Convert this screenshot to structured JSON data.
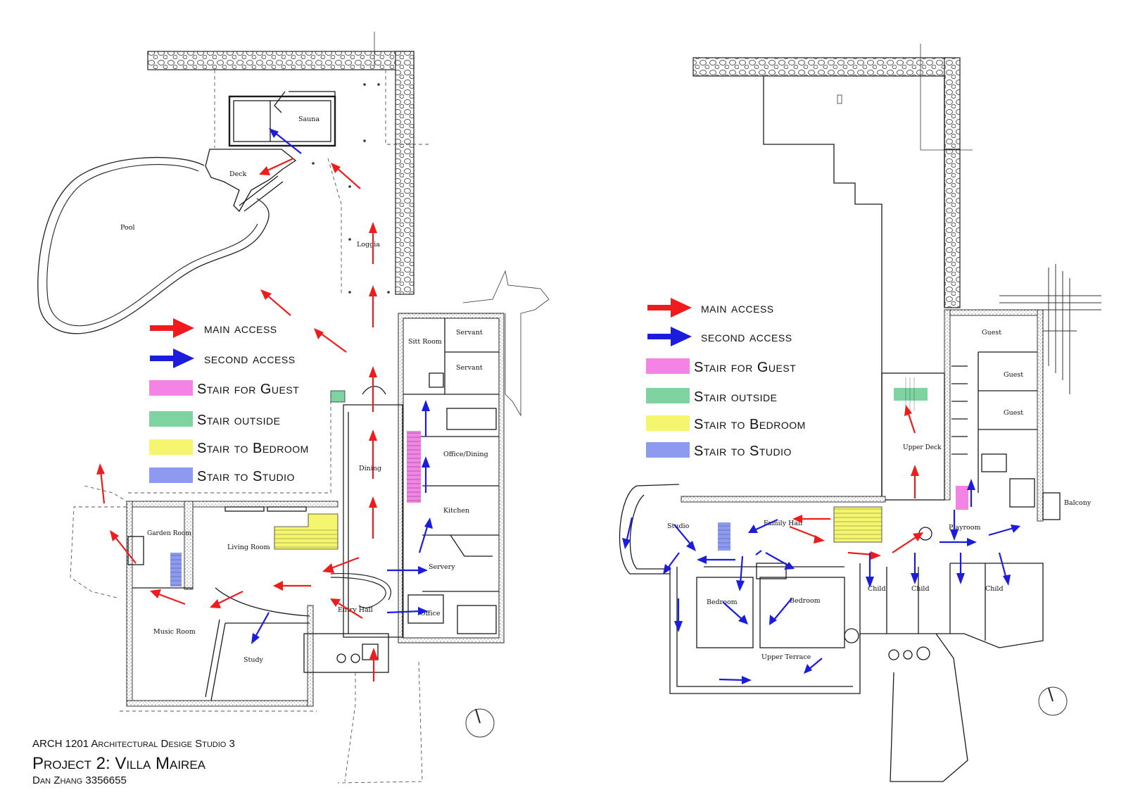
{
  "colors": {
    "main_access": "#ee1c1c",
    "second_access": "#1c1cdd",
    "stair_guest": "#f384e6",
    "stair_outside": "#7ed3a0",
    "stair_bedroom": "#f5f56e",
    "stair_studio": "#8c9af0"
  },
  "legend": {
    "main_access": "main access",
    "second_access": "second access",
    "stair_guest": "Stair for Guest",
    "stair_outside": "Stair outside",
    "stair_bedroom": "Stair to Bedroom",
    "stair_studio": "Stair to Studio"
  },
  "title": {
    "course": "ARCH 1201 Architectural Desige Studio 3",
    "project": "Project 2: Villa Mairea",
    "author": "Dan Zhang  3356655"
  },
  "ground_floor": {
    "rooms": {
      "sauna": "Sauna",
      "deck": "Deck",
      "pool": "Pool",
      "loggia": "Loggia",
      "sitt_room": "Sitt Room",
      "servant1": "Servant",
      "servant2": "Servant",
      "dining": "Dining",
      "office_dining": "Office/Dining",
      "kitchen": "Kitchen",
      "garden_room": "Garden Room",
      "living_room": "Living Room",
      "servery": "Servery",
      "office": "Office",
      "entry_hall": "Entry Hall",
      "music_room": "Music Room",
      "study": "Study"
    }
  },
  "upper_floor": {
    "rooms": {
      "guest1": "Guest",
      "guest2": "Guest",
      "guest3": "Guest",
      "upper_deck": "Upper Deck",
      "balcony": "Balcony",
      "studio": "Studio",
      "family_hall": "Family Hall",
      "playroom": "Playroom",
      "bedroom1": "Bedroom",
      "bedroom2": "Bedroom",
      "child1": "Child",
      "child2": "Child",
      "child3": "Child",
      "upper_terrace": "Upper Terrace"
    }
  }
}
